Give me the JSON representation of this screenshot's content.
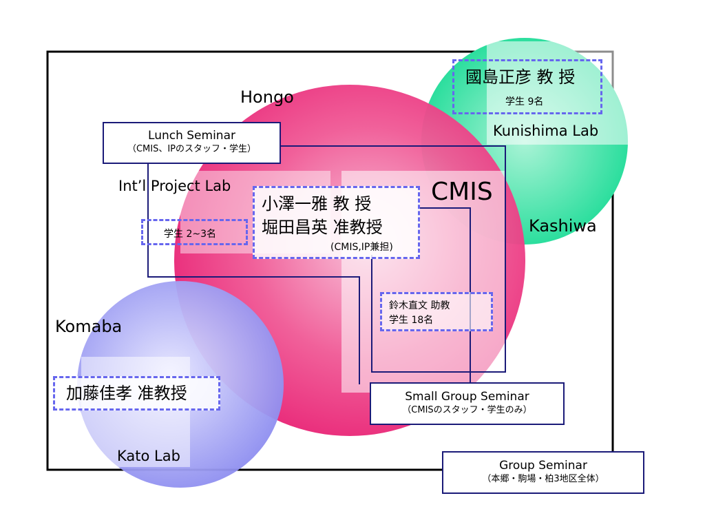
{
  "regions": {
    "hongo": "Hongo",
    "kashiwa": "Kashiwa",
    "komaba": "Komaba"
  },
  "labs": {
    "cmis": "CMIS",
    "intl_project": "Int’l Project Lab",
    "kunishima": "Kunishima Lab",
    "kato": "Kato Lab"
  },
  "people": {
    "kunishima_prof": "國島正彦 教 授",
    "kunishima_students": "学生  9名",
    "ozawa_prof": "小澤一雅 教 授",
    "hotta_prof": "堀田昌英 准教授",
    "hotta_note": "(CMIS,IP兼担)",
    "intl_students": "学生  2~3名",
    "suzuki_staff": "鈴木直文 助教",
    "cmis_students": "学生  18名",
    "kato_prof": "加藤佳孝 准教授"
  },
  "seminars": {
    "lunch_title": "Lunch Seminar",
    "lunch_sub": "（CMIS、IPのスタッフ・学生）",
    "small_title": "Small Group Seminar",
    "small_sub": "（CMISのスタッフ・学生のみ）",
    "group_title": "Group Seminar",
    "group_sub": "（本郷・駒場・柏3地区全体）"
  },
  "colors": {
    "hongo": "#ee2277",
    "kashiwa": "#22dd99",
    "komaba": "#8888ee",
    "dashed": "#6666ee",
    "seminar_border": "#1a1a78"
  }
}
